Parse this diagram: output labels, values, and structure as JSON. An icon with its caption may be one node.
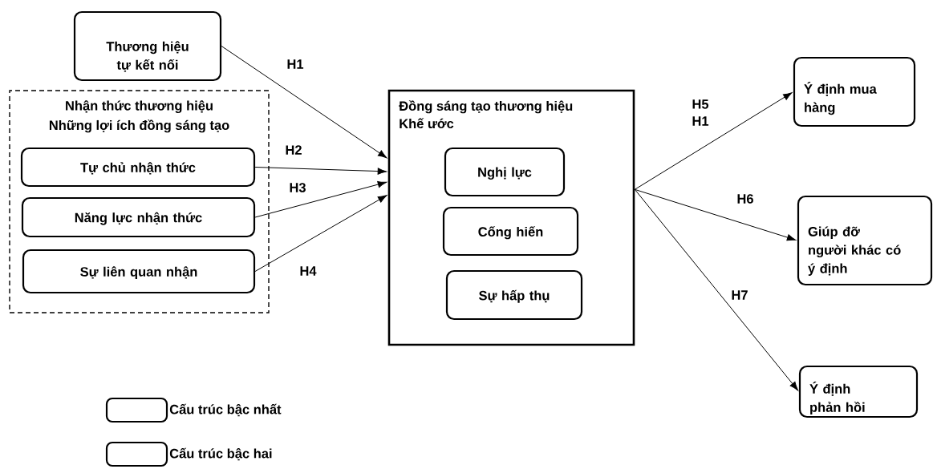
{
  "diagram": {
    "nodes": [
      {
        "text": [
          "Thương hiệu tự kết nối"
        ]
      },
      {
        "text": [
          "Nhận thức thương hiệu",
          "Những lợi ích đồng sáng tạo"
        ]
      },
      {
        "text": [
          "Tự chủ nhận thức"
        ],
        "in": 1
      },
      {
        "text": [
          "Năng lực nhận thức"
        ],
        "in": 1
      },
      {
        "text": [
          "Sự liên quan nhận"
        ],
        "in": 1
      },
      {
        "text": [
          "Đồng sáng tạo thương hiệu",
          "Khế ước"
        ]
      },
      {
        "text": [
          "Nghị lực"
        ],
        "in": 5
      },
      {
        "text": [
          "Cống hiến"
        ],
        "in": 5
      },
      {
        "text": [
          "Sự hấp thụ"
        ],
        "in": 5
      },
      {
        "text": [
          "Ý định mua hàng"
        ]
      },
      {
        "text": [
          "Giúp đỡ người khác có ý định"
        ]
      },
      {
        "text": [
          "Ý định phản hồi"
        ]
      }
    ],
    "edges": [
      {
        "from": 0,
        "to": 5,
        "arrow": "to",
        "label": "H1"
      },
      {
        "from": 2,
        "to": 5,
        "arrow": "to",
        "label": "H2"
      },
      {
        "from": 3,
        "to": 5,
        "arrow": "to",
        "label": "H3"
      },
      {
        "from": 4,
        "to": 5,
        "arrow": "to",
        "label": "H4"
      },
      {
        "from": 5,
        "to": 9,
        "arrow": "to",
        "label": "H5"
      },
      {
        "from": 5,
        "to": 10,
        "arrow": "to",
        "label": "H6"
      },
      {
        "from": 5,
        "to": 11,
        "arrow": "to",
        "label": "H7"
      }
    ],
    "labels": [
      "H1"
    ],
    "legend": [
      {
        "text": "Cấu trúc bậc nhất"
      },
      {
        "text": "Cấu trúc bậc hai"
      }
    ]
  }
}
